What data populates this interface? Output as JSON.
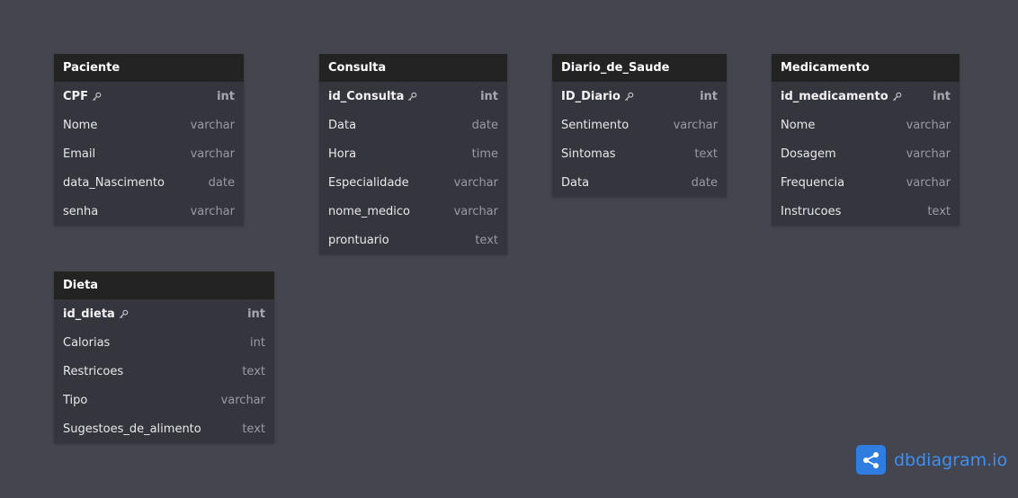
{
  "tables": {
    "paciente": {
      "name": "Paciente",
      "fields": [
        {
          "name": "CPF",
          "type": "int"
        },
        {
          "name": "Nome",
          "type": "varchar"
        },
        {
          "name": "Email",
          "type": "varchar"
        },
        {
          "name": "data_Nascimento",
          "type": "date"
        },
        {
          "name": "senha",
          "type": "varchar"
        }
      ]
    },
    "consulta": {
      "name": "Consulta",
      "fields": [
        {
          "name": "id_Consulta",
          "type": "int"
        },
        {
          "name": "Data",
          "type": "date"
        },
        {
          "name": "Hora",
          "type": "time"
        },
        {
          "name": "Especialidade",
          "type": "varchar"
        },
        {
          "name": "nome_medico",
          "type": "varchar"
        },
        {
          "name": "prontuario",
          "type": "text"
        }
      ]
    },
    "diario": {
      "name": "Diario_de_Saude",
      "fields": [
        {
          "name": "ID_Diario",
          "type": "int"
        },
        {
          "name": "Sentimento",
          "type": "varchar"
        },
        {
          "name": "Sintomas",
          "type": "text"
        },
        {
          "name": "Data",
          "type": "date"
        }
      ]
    },
    "medicamento": {
      "name": "Medicamento",
      "fields": [
        {
          "name": "id_medicamento",
          "type": "int"
        },
        {
          "name": "Nome",
          "type": "varchar"
        },
        {
          "name": "Dosagem",
          "type": "varchar"
        },
        {
          "name": "Frequencia",
          "type": "varchar"
        },
        {
          "name": "Instrucoes",
          "type": "text"
        }
      ]
    },
    "dieta": {
      "name": "Dieta",
      "fields": [
        {
          "name": "id_dieta",
          "type": "int"
        },
        {
          "name": "Calorias",
          "type": "int"
        },
        {
          "name": "Restricoes",
          "type": "text"
        },
        {
          "name": "Tipo",
          "type": "varchar"
        },
        {
          "name": "Sugestoes_de_alimento",
          "type": "text"
        }
      ]
    }
  },
  "brand": {
    "text": "dbdiagram.io",
    "logo_icon": "share-nodes-icon"
  },
  "colors": {
    "canvas": "#45454f",
    "header": "#232323",
    "body": "#35353d",
    "brand": "#3d8ff0"
  },
  "key_icon": "key-icon"
}
